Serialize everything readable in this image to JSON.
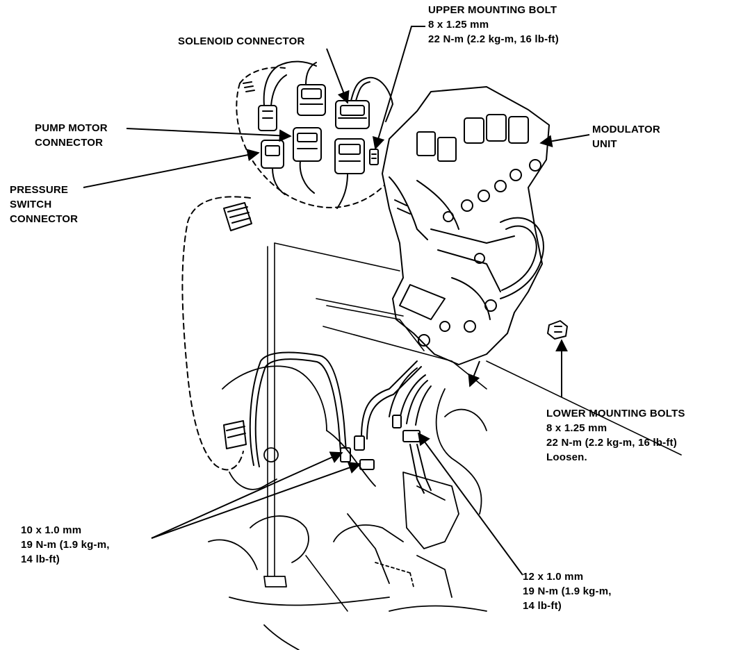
{
  "labels": {
    "upper_mounting_bolt": {
      "title": "UPPER MOUNTING BOLT",
      "size": "8 x 1.25 mm",
      "torque": "22 N-m (2.2 kg-m, 16 lb-ft)"
    },
    "solenoid_connector": "SOLENOID CONNECTOR",
    "pump_motor_connector": {
      "line1": "PUMP MOTOR",
      "line2": "CONNECTOR"
    },
    "modulator_unit": {
      "line1": "MODULATOR",
      "line2": "UNIT"
    },
    "pressure_switch_connector": {
      "line1": "PRESSURE",
      "line2": "SWITCH",
      "line3": "CONNECTOR"
    },
    "lower_mounting_bolts": {
      "title": "LOWER MOUNTING BOLTS",
      "size": "8 x 1.25 mm",
      "torque": "22 N-m (2.2 kg-m, 16 lb-ft)",
      "note": "Loosen."
    },
    "fitting_10mm": {
      "size": "10 x 1.0 mm",
      "torque_line1": "19 N-m (1.9 kg-m,",
      "torque_line2": "14 lb-ft)"
    },
    "fitting_12mm": {
      "size": "12 x 1.0 mm",
      "torque_line1": "19 N-m (1.9 kg-m,",
      "torque_line2": "14 lb-ft)"
    }
  },
  "colors": {
    "ink": "#000000",
    "paper": "#ffffff"
  }
}
